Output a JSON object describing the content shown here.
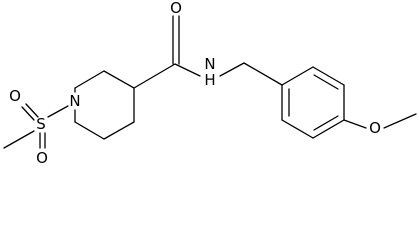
{
  "molecule": {
    "atoms": {
      "O_carbonyl": "O",
      "N_amide": "N",
      "H_amide": "H",
      "N_ring": "N",
      "S": "S",
      "O_sulfonyl_1": "O",
      "O_sulfonyl_2": "O",
      "O_methoxy": "O"
    }
  },
  "colors": {
    "ink": "#000000",
    "background": "#ffffff"
  }
}
